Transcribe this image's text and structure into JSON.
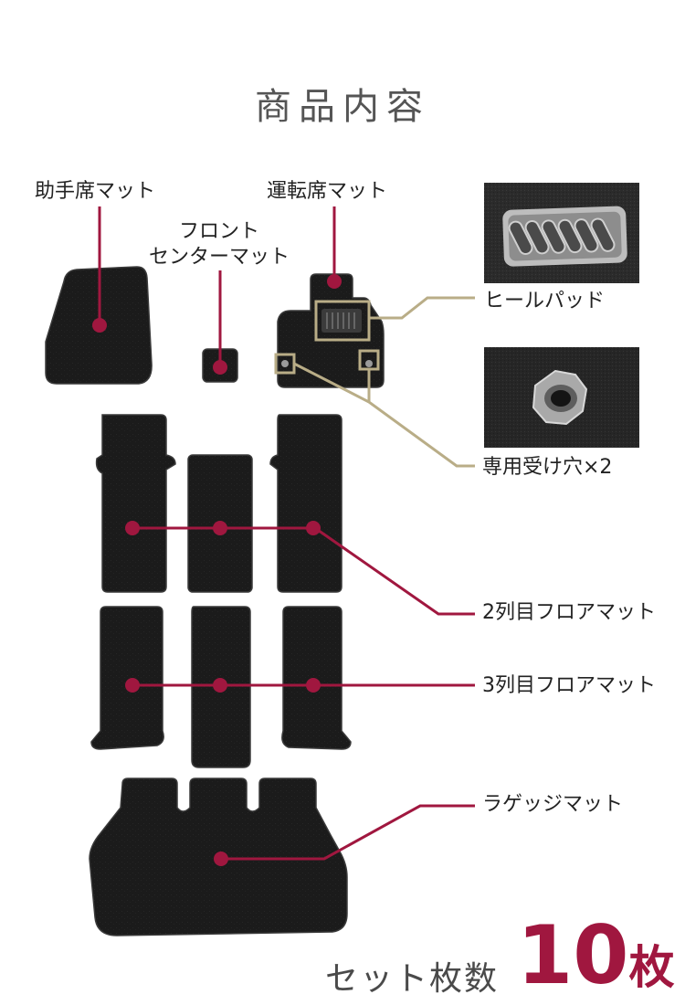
{
  "title": "商品内容",
  "colors": {
    "accent": "#a0173f",
    "tan": "#b9ad87",
    "mat": "#1b1b1b",
    "mat_edge": "#3a3a3a"
  },
  "labels": {
    "passenger_mat": "助手席マット",
    "front_center_line1": "フロント",
    "front_center_line2": "センターマット",
    "driver_mat": "運転席マット",
    "heel_pad": "ヒールパッド",
    "mounting_holes": "専用受け穴×2",
    "row2_mat": "2列目フロアマット",
    "row3_mat": "3列目フロアマット",
    "luggage_mat": "ラゲッジマット"
  },
  "photos": {
    "heel_pad_photo": "heel-pad-closeup",
    "hole_photo": "mounting-hole-closeup"
  },
  "footer": {
    "set_count_label": "セット枚数",
    "count_value": "10",
    "count_unit": "枚"
  }
}
